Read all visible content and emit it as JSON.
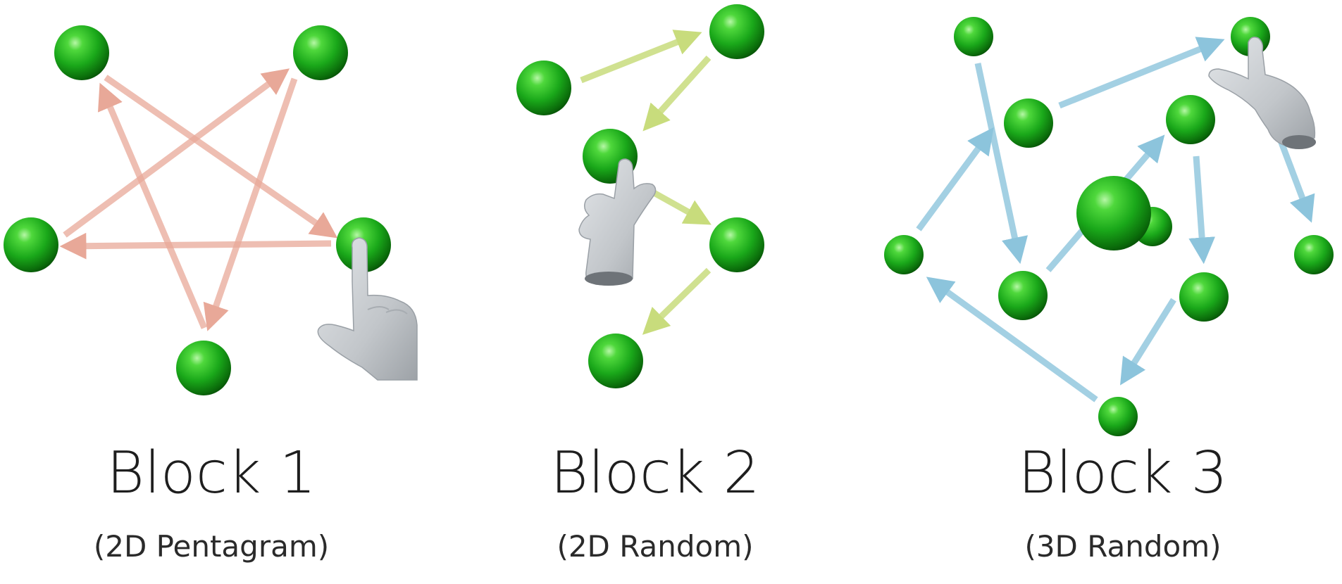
{
  "blocks": [
    {
      "title": "Block 1",
      "subtitle": "(2D Pentagram)",
      "arrow_color": "#e8a898"
    },
    {
      "title": "Block 2",
      "subtitle": "(2D Random)",
      "arrow_color": "#c8dc7c"
    },
    {
      "title": "Block 3",
      "subtitle": "(3D Random)",
      "arrow_color": "#8cc4dc"
    }
  ],
  "colors": {
    "sphere": "#1aa81a",
    "hand": "#c4c8cc"
  },
  "icons": [
    "target-sphere-icon",
    "pointing-hand-icon"
  ]
}
